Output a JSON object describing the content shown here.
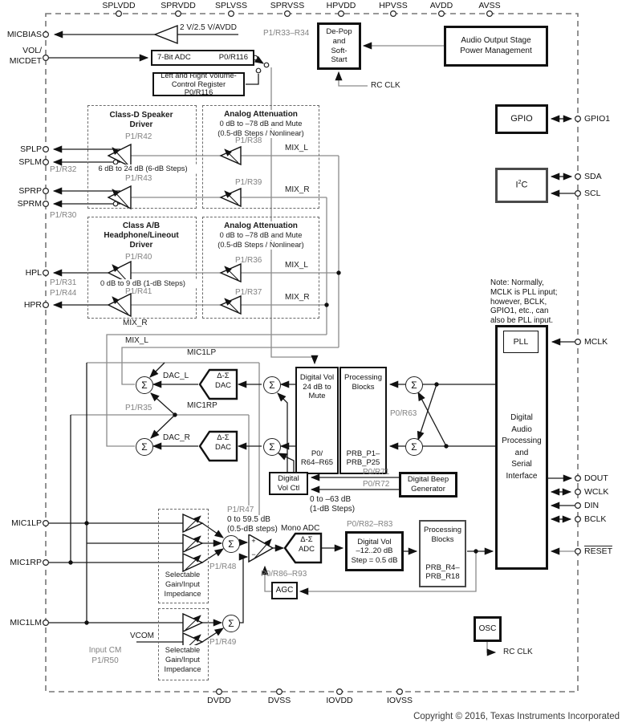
{
  "pins": {
    "top": [
      "SPLVDD",
      "SPRVDD",
      "SPLVSS",
      "SPRVSS",
      "HPVDD",
      "HPVSS",
      "AVDD",
      "AVSS"
    ],
    "bottom": [
      "DVDD",
      "DVSS",
      "IOVDD",
      "IOVSS"
    ],
    "left": {
      "micbias": "MICBIAS",
      "vol": "VOL/",
      "micdet": "MICDET",
      "splp": "SPLP",
      "splm": "SPLM",
      "sprp": "SPRP",
      "sprm": "SPRM",
      "hpl": "HPL",
      "hpr": "HPR",
      "mic1lp": "MIC1LP",
      "mic1rp": "MIC1RP",
      "mic1lm": "MIC1LM"
    },
    "right": {
      "gpio1": "GPIO1",
      "sda": "SDA",
      "scl": "SCL",
      "mclk": "MCLK",
      "dout": "DOUT",
      "wclk": "WCLK",
      "din": "DIN",
      "bclk": "BCLK",
      "reset": "RESET"
    }
  },
  "blocks": {
    "buffer_label": "2 V/2.5 V/AVDD",
    "adc7": {
      "title": "7-Bit ADC",
      "reg": "P0/R116"
    },
    "volreg": [
      "Left and Right Volume-",
      "Control Register",
      "P0/R116"
    ],
    "depop": [
      "De-Pop",
      "and",
      "Soft-",
      "Start"
    ],
    "aos": [
      "Audio Output Stage",
      "Power Management"
    ],
    "gpio": "GPIO",
    "i2c": {
      "base": "I",
      "sup": "2",
      "end": "C"
    },
    "pll": "PLL",
    "dap": [
      "Digital",
      "Audio",
      "Processing",
      "and",
      "Serial",
      "Interface"
    ],
    "classd": {
      "title": [
        "Class-D Speaker",
        "Driver"
      ],
      "gain": "6 dB to 24 dB (6-dB Steps)"
    },
    "classab": {
      "title": [
        "Class A/B",
        "Headphone/Lineout",
        "Driver"
      ],
      "gain": "0 dB to 9 dB (1-dB Steps)"
    },
    "atten": {
      "title": "Analog Attenuation",
      "line2": "0 dB to –78 dB and Mute",
      "line3": "(0.5-dB Steps / Nonlinear)"
    },
    "digvol_dac": {
      "l1": "Digital Vol",
      "l2": "24 dB to",
      "l3": "Mute",
      "r1": "P0/",
      "r2": "R64–R65"
    },
    "proc_dac": {
      "l1": "Processing",
      "l2": "Blocks",
      "r1": "PRB_P1–",
      "r2": "PRB_P25"
    },
    "digvolctl": [
      "Digital",
      "Vol Ctl"
    ],
    "beepgen": [
      "Digital Beep",
      "Generator"
    ],
    "beep_range": [
      "0 to –63 dB",
      "(1-dB Steps)"
    ],
    "mono_adc": "Mono ADC",
    "digvol_adc": [
      "Digital Vol",
      "–12..20 dB",
      "Step = 0.5 dB"
    ],
    "proc_adc": [
      "Processing",
      "Blocks",
      "PRB_R4–",
      "PRB_R18"
    ],
    "agc": "AGC",
    "osc": "OSC",
    "selgain": [
      "Selectable",
      "Gain/Input",
      "Impedance"
    ],
    "input_cm": [
      "Input CM",
      "P1/R50"
    ],
    "vcom": "VCOM",
    "note": [
      "Note: Normally,",
      "MCLK is PLL input;",
      "however, BCLK,",
      "GPIO1, etc., can",
      "also be PLL input."
    ]
  },
  "wires": {
    "mix_l": "MIX_L",
    "mix_r": "MIX_R",
    "dac_l": "DAC_L",
    "dac_r": "DAC_R",
    "mic1lp": "MIC1LP",
    "mic1rp": "MIC1RP",
    "rc_clk": "RC CLK",
    "mic_gain1": "0 to 59.5 dB",
    "mic_gain2": "(0.5-dB steps)"
  },
  "regs": {
    "r33_34": "P1/R33–R34",
    "r42": "P1/R42",
    "r43": "P1/R43",
    "r32": "P1/R32",
    "r30": "P1/R30",
    "r40": "P1/R40",
    "r41": "P1/R41",
    "r31": "P1/R31",
    "r44": "P1/R44",
    "r38": "P1/R38",
    "r39": "P1/R39",
    "r36": "P1/R36",
    "r37": "P1/R37",
    "r35": "P1/R35",
    "r63": "P0/R63",
    "r71": "P0/R71",
    "r72": "P0/R72",
    "r47": "P1/R47",
    "r48": "P1/R48",
    "r49": "P1/R49",
    "r82_83": "P0/R82–R83",
    "r86_93": "P0/R86–R93"
  },
  "symbols": {
    "sigma": "Σ",
    "delta_sigma": "Δ-Σ",
    "dac": "DAC",
    "adc": "ADC",
    "plus": "+",
    "minus": "−"
  },
  "footer": {
    "copyright": "Copyright © 2016, Texas Instruments Incorporated"
  },
  "colors": {
    "line": "#1a1a1a",
    "secondary": "#8a8a8a",
    "reg_label": "#828282"
  }
}
